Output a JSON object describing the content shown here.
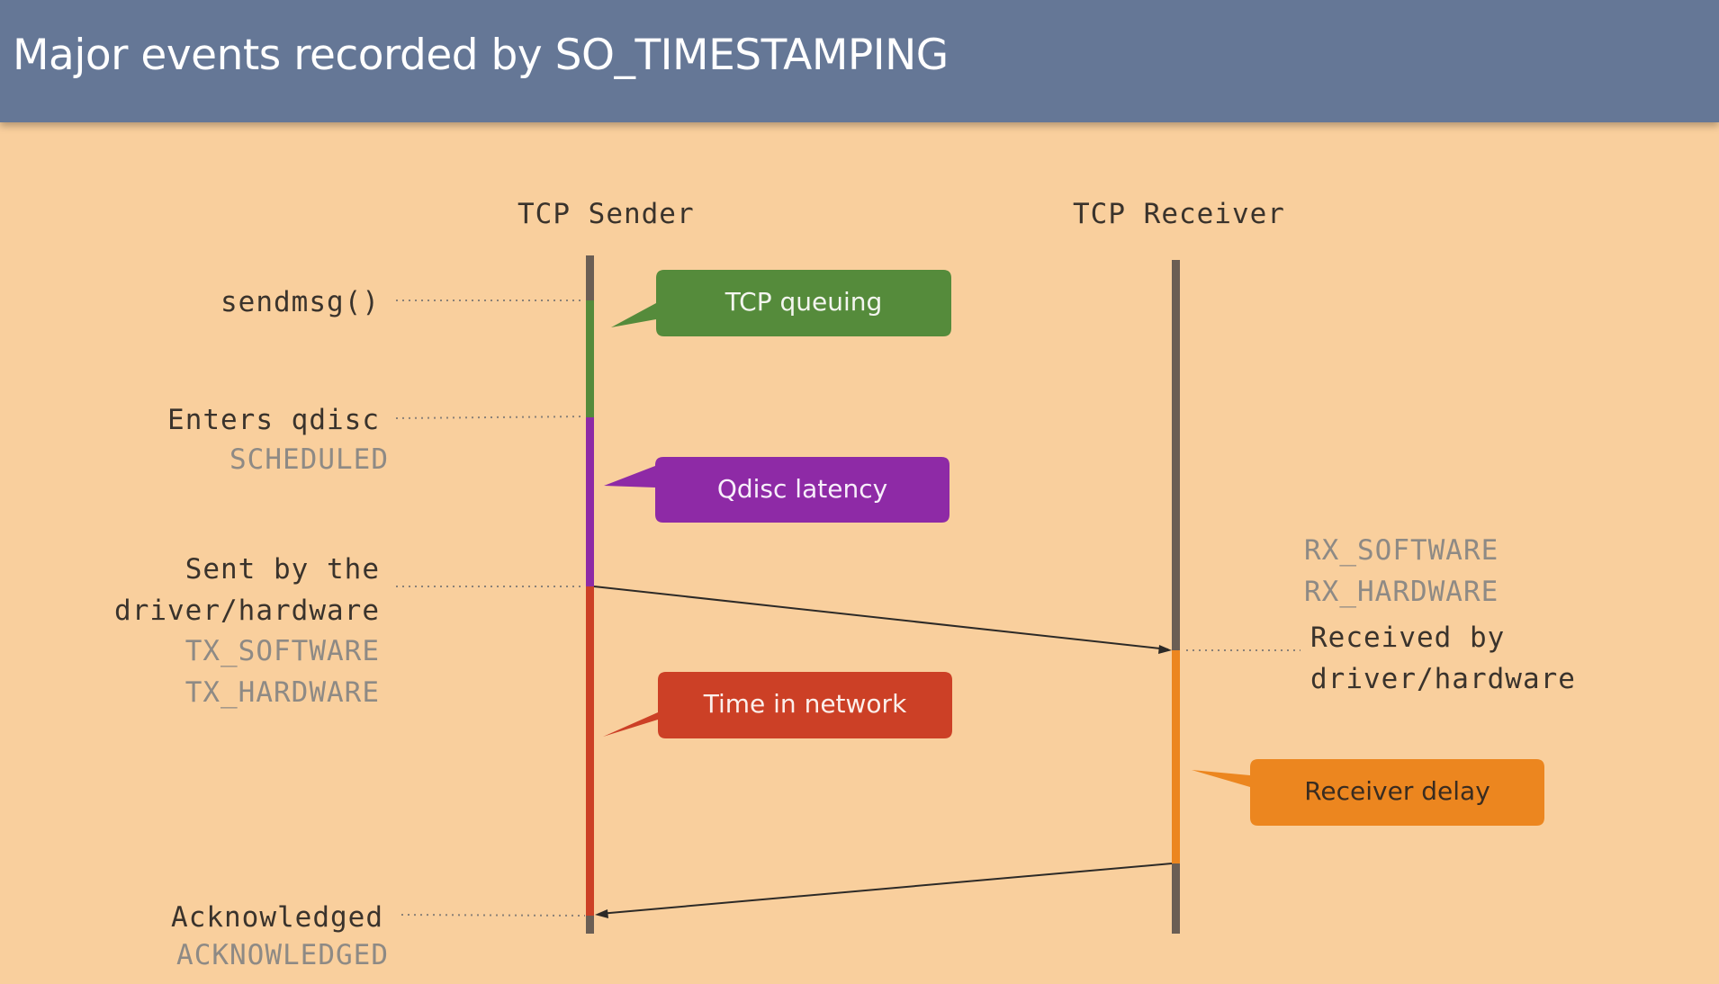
{
  "title": "Major events recorded by SO_TIMESTAMPING",
  "lanes": {
    "sender": "TCP Sender",
    "receiver": "TCP Receiver"
  },
  "sender_events": {
    "sendmsg": "sendmsg()",
    "enters_qdisc": "Enters qdisc",
    "scheduled": "SCHEDULED",
    "sent_line1": "Sent by the",
    "sent_line2": "driver/hardware",
    "tx_software": "TX_SOFTWARE",
    "tx_hardware": "TX_HARDWARE",
    "acknowledged": "Acknowledged",
    "acknowledged_ts": "ACKNOWLEDGED"
  },
  "receiver_events": {
    "rx_software": "RX_SOFTWARE",
    "rx_hardware": "RX_HARDWARE",
    "received_line1": "Received by",
    "received_line2": "driver/hardware"
  },
  "callouts": {
    "tcp_queuing": "TCP queuing",
    "qdisc_latency": "Qdisc latency",
    "time_in_network": "Time in network",
    "receiver_delay": "Receiver delay"
  },
  "colors": {
    "background": "#f9cf9d",
    "header": "#657796",
    "lifeline": "#6b5e54",
    "tcp_queuing": "#558b3b",
    "qdisc_latency": "#8e2aa6",
    "time_in_network": "#cc4026",
    "receiver_delay": "#ec861f"
  }
}
